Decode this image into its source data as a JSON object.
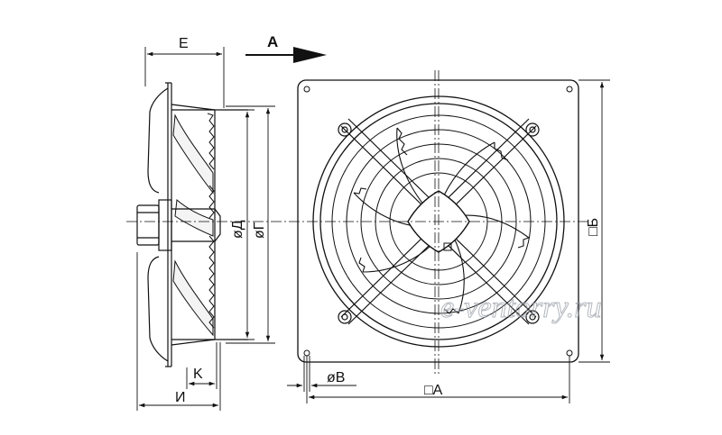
{
  "labels": {
    "E": "E",
    "A_arrow": "A",
    "phi_D": "øД",
    "phi_G": "øГ",
    "K": "K",
    "I": "И",
    "phi_B": "øB",
    "sq_A": "□A",
    "sq_B": "□Б"
  },
  "watermark": "e-ventorry.ru",
  "colors": {
    "line": "#111111",
    "watermark": "#9aa0a8"
  }
}
